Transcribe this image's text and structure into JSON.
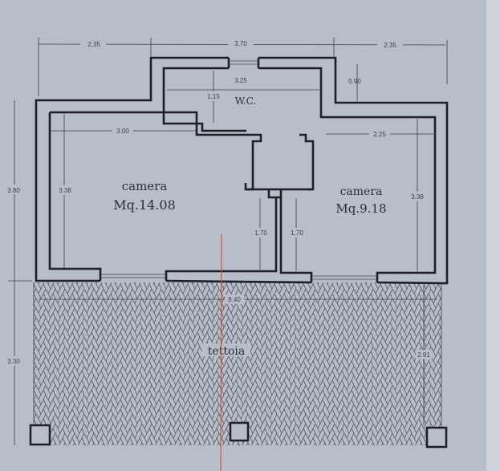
{
  "rooms": [
    {
      "name": "camera",
      "area": "Mq.14.08"
    },
    {
      "name": "W.C."
    },
    {
      "name": "camera",
      "area": "Mq.9.18"
    },
    {
      "name": "tettoia"
    }
  ],
  "dimensions": {
    "top_left": "2.35",
    "top_center": "3.70",
    "top_right": "2.35",
    "wc_width": "3.25",
    "wc_height": "1.15",
    "wc_offset": "0.90",
    "left_room_width": "3.00",
    "right_room_width": "2.25",
    "overall_height": "3.80",
    "left_room_height": "3.38",
    "right_room_height": "3.38",
    "corridor_left": "1.70",
    "corridor_right": "1.70",
    "tettoia_width": "8.40",
    "tettoia_height": "3.30",
    "tettoia_side": "2.91"
  },
  "colors": {
    "paper": "#b7bdc9",
    "ink": "#1c1f26",
    "red_line": "#d2562e"
  }
}
